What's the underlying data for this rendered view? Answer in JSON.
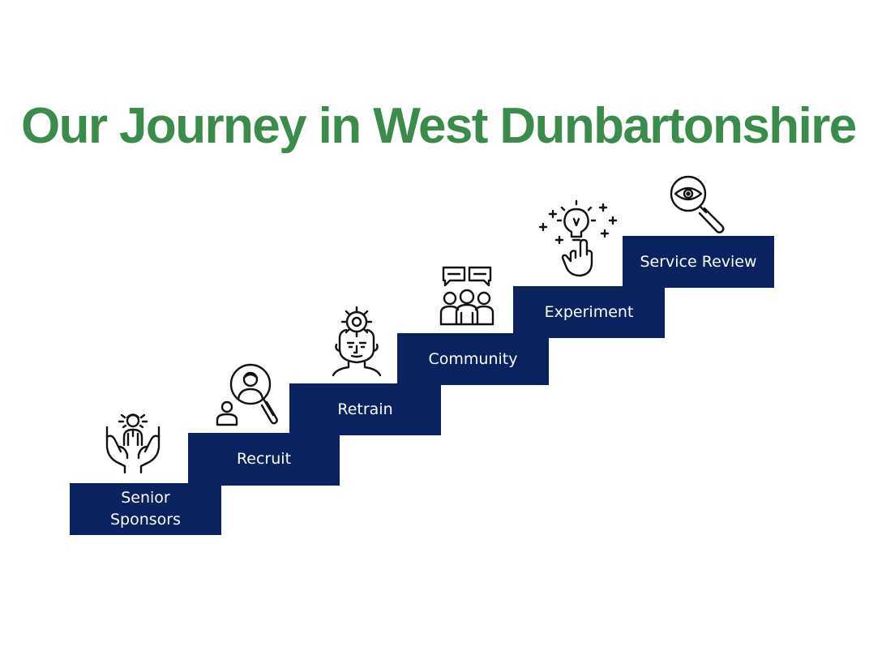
{
  "slide": {
    "title": "Our Journey in West Dunbartonshire",
    "colors": {
      "title": "#3b8c4c",
      "step_fill": "#0a2260",
      "step_text": "#ffffff",
      "icon_stroke": "#111111"
    }
  },
  "steps": [
    {
      "label": "Senior\nSponsors",
      "icon": "hands-holding-person-icon"
    },
    {
      "label": "Recruit",
      "icon": "person-magnifier-icon"
    },
    {
      "label": "Retrain",
      "icon": "head-gear-icon"
    },
    {
      "label": "Community",
      "icon": "group-chat-icon"
    },
    {
      "label": "Experiment",
      "icon": "lightbulb-hand-icon"
    },
    {
      "label": "Service Review",
      "icon": "eye-magnifier-icon"
    }
  ]
}
